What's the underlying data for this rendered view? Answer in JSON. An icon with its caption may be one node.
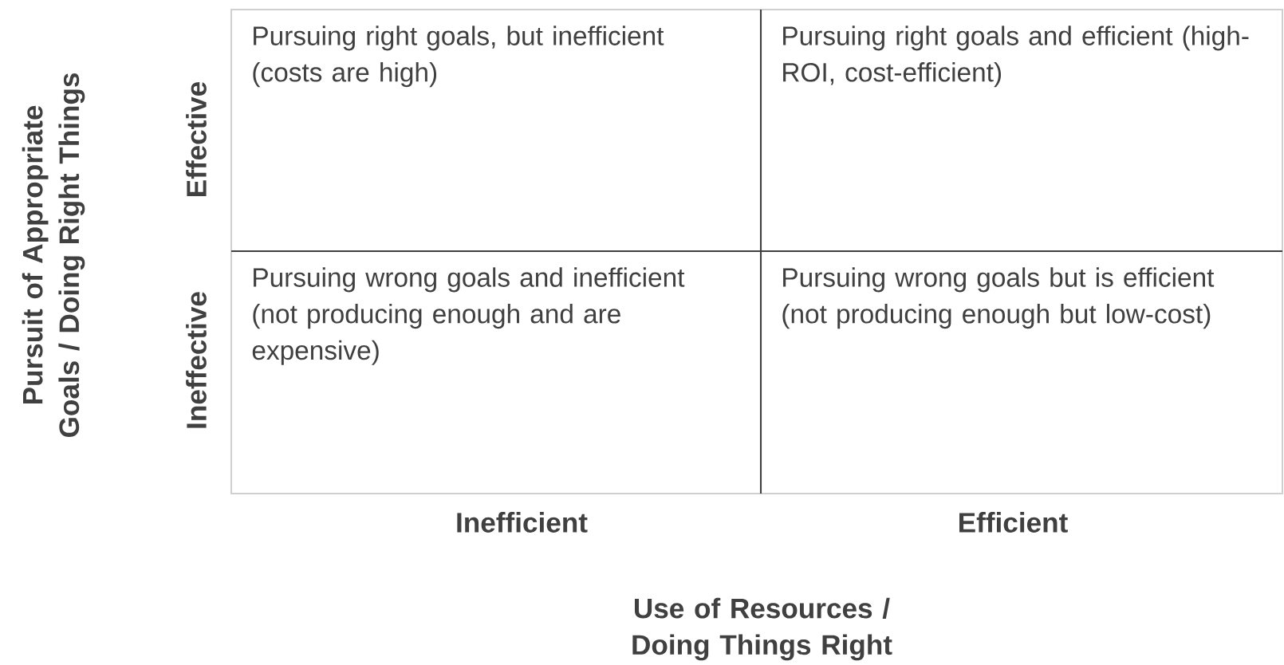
{
  "diagram": {
    "nodes": [
      {
        "text": [
          "Pursuing right goals, but inefficient (costs are high)"
        ]
      },
      {
        "text": [
          "Pursuing right goals and efficient (high-ROI, cost-efficient)"
        ]
      },
      {
        "text": [
          "Pursuing wrong goals and inefficient (not producing enough and are expensive)"
        ]
      },
      {
        "text": [
          "Pursuing wrong goals but is efficient (not producing enough but low-cost)"
        ]
      }
    ],
    "labels": [
      "Pursuit of Appropriate Goals / Doing Right Things",
      "Effective",
      "Ineffective",
      "Inefficient",
      "Efficient",
      "Use of Resources / Doing Things Right"
    ]
  }
}
